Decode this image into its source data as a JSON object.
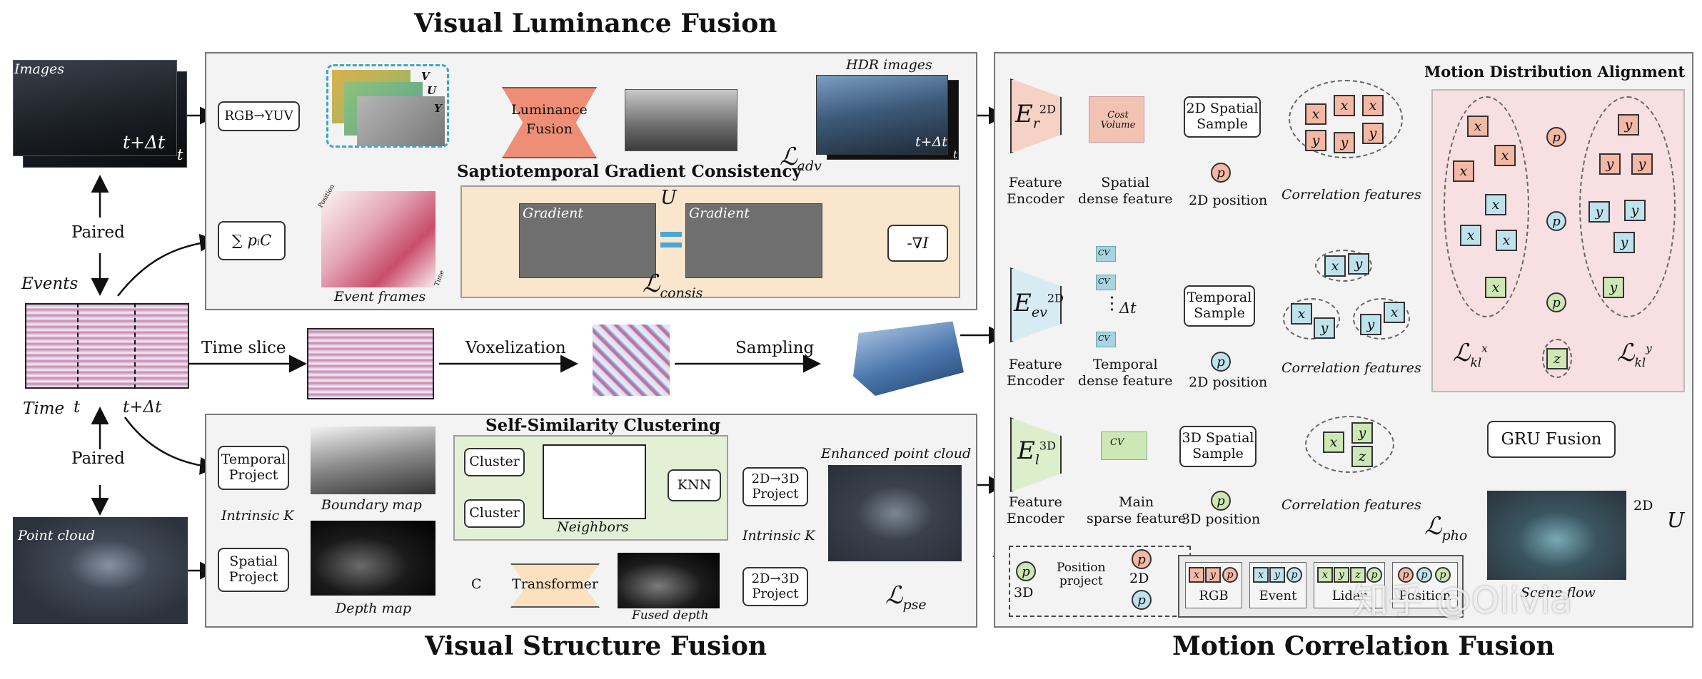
{
  "titles": {
    "luminance": "Visual Luminance Fusion",
    "structure": "Visual Structure Fusion",
    "motion": "Motion Correlation Fusion"
  },
  "left": {
    "images_label": "Images",
    "images_time1": "t+Δt",
    "images_time0": "t",
    "paired_top": "Paired",
    "events_label": "Events",
    "time_label": "Time",
    "t_label": "t",
    "tdt_label": "t+Δt",
    "paired_bottom": "Paired",
    "point_cloud_label": "Point cloud"
  },
  "luminance": {
    "rgb2yuv": "RGB→YUV",
    "yuv_y": "Y",
    "yuv_u": "U",
    "yuv_v": "V",
    "fusion_line1": "Luminance",
    "fusion_line2": "Fusion",
    "hdr_label": "HDR images",
    "hdr_time1": "t+Δt",
    "hdr_time0": "t",
    "loss_adv": "ℒ",
    "loss_adv_sub": "adv",
    "stgc_title": "Saptiotemporal Gradient Consistency",
    "u_label": "U",
    "sum_pc": "∑ pᵢC",
    "event_frames": "Event frames",
    "gradient1": "Gradient",
    "gradient2": "Gradient",
    "neg_grad": "-∇I",
    "loss_consis": "ℒ",
    "loss_consis_sub": "consis",
    "pos_axis": "Position",
    "time_axis": "Time"
  },
  "middle": {
    "time_slice": "Time slice",
    "voxelization": "Voxelization",
    "sampling": "Sampling"
  },
  "structure": {
    "ssc_title": "Self-Similarity Clustering",
    "temporal_project_line1": "Temporal",
    "temporal_project_line2": "Project",
    "boundary_map": "Boundary map",
    "intrinsic_k_left": "Intrinsic K",
    "spatial_project_line1": "Spatial",
    "spatial_project_line2": "Project",
    "depth_map": "Depth map",
    "cluster1": "Cluster",
    "cluster2": "Cluster",
    "neighbors": "Neighbors",
    "knn": "KNN",
    "proj_top_line1": "2D→3D",
    "proj_top_line2": "Project",
    "intrinsic_k_mid": "Intrinsic K",
    "proj_bot_line1": "2D→3D",
    "proj_bot_line2": "Project",
    "concat": "C",
    "transformer": "Transformer",
    "fused_depth": "Fused depth",
    "enhanced_pc": "Enhanced point cloud",
    "loss_pse": "ℒ",
    "loss_pse_sub": "pse"
  },
  "motion": {
    "mda_title": "Motion Distribution Alignment",
    "enc1": "E",
    "enc1_sub": "r",
    "enc1_sup": "2D",
    "enc2": "E",
    "enc2_sub": "ev",
    "enc2_sup": "2D",
    "enc3": "E",
    "enc3_sub": "l",
    "enc3_sup": "3D",
    "feature_encoder": "Feature\nEncoder",
    "cost_volume_line1": "Cost",
    "cost_volume_line2": "Volume",
    "spatial_dense": "Spatial\ndense feature",
    "temporal_dense": "Temporal\ndense feature",
    "main_sparse": "Main\nsparse feature",
    "cv": "CV",
    "delta_t": "Δt",
    "sample2d_line1": "2D Spatial",
    "sample2d_line2": "Sample",
    "temporal_sample_line1": "Temporal",
    "temporal_sample_line2": "Sample",
    "sample3d_line1": "3D Spatial",
    "sample3d_line2": "Sample",
    "pos2d_1": "2D position",
    "pos2d_2": "2D position",
    "pos3d": "3D position",
    "corr1": "Correlation features",
    "corr2": "Correlation features",
    "corr3": "Correlation features",
    "p": "p",
    "x": "x",
    "y": "y",
    "z": "z",
    "loss_kl": "ℒ",
    "loss_kl_sub": "kl",
    "loss_kl_sup_x": "x",
    "loss_kl_sup_y": "y",
    "gru_fusion": "GRU Fusion",
    "scene_flow": "Scene flow",
    "loss_pho": "ℒ",
    "loss_pho_sub": "pho",
    "out_2d": "2D",
    "out_u": "U",
    "pos_project_line1": "Position",
    "pos_project_line2": "project",
    "pp_3d": "3D",
    "pp_2d": "2D"
  },
  "legend": {
    "rgb": "RGB",
    "event": "Event",
    "lidar": "Lidar",
    "position": "Position"
  },
  "watermark": "知乎 @Olivia",
  "colors": {
    "rgb_token": "#f4b8a4",
    "event_token": "#bfe3ec",
    "lidar_token": "#cde8b4",
    "fusion_block": "#ee8e76",
    "transformer_block": "#fbe1bf",
    "gradient_panel": "#f9e6cc",
    "ssc_panel": "#e3f0d6",
    "mda_panel": "#f7dfe2"
  }
}
